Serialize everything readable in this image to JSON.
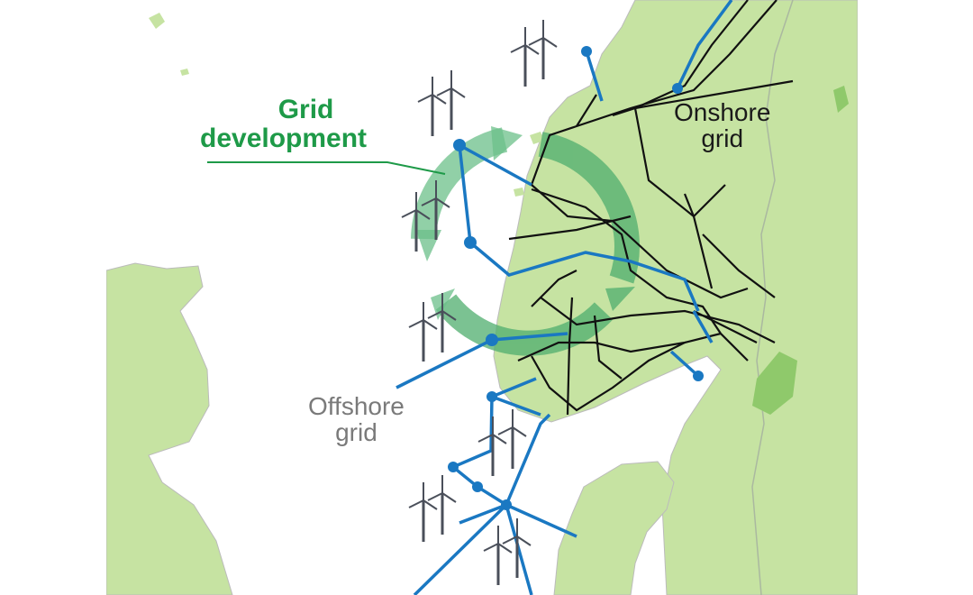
{
  "labels": {
    "grid_development_line1": "Grid",
    "grid_development_line2": "development",
    "onshore_line1": "Onshore",
    "onshore_line2": "grid",
    "offshore_line1": "Offshore",
    "offshore_line2": "grid"
  },
  "colors": {
    "land": "#c6e3a2",
    "sea": "#ffffff",
    "offshore_cable": "#1a78c2",
    "onshore_cable": "#111111",
    "cycle_arrow": "#4fae6e",
    "title_green": "#1e9a48",
    "turbine": "#4a4f5a"
  },
  "icons": [
    "wind-turbine-icon",
    "cycle-arrows-icon",
    "cable-node-icon"
  ]
}
